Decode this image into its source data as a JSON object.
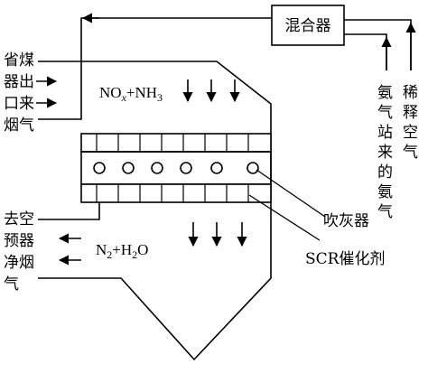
{
  "diagram": {
    "mixer_label": "混合器",
    "inlet_flue_gas_lines": [
      "省煤",
      "器出",
      "口来",
      "烟气"
    ],
    "outlet_flue_gas_lines": [
      "去空",
      "预器",
      "净烟",
      "气"
    ],
    "ammonia_label_lines": [
      "氨",
      "气",
      "站",
      "来",
      "的",
      "氨",
      "气"
    ],
    "dilution_air_label_lines": [
      "稀",
      "释",
      "空",
      "气"
    ],
    "reactant_formula": {
      "part1": "NO",
      "sub1": "x",
      "part2": "+NH",
      "sub2": "3"
    },
    "product_formula": {
      "part1": "N",
      "sub1": "2",
      "part2": "+H",
      "sub2": "2",
      "part3": "O"
    },
    "soot_blower_label": "吹灰器",
    "catalyst_label": "SCR催化剂"
  }
}
